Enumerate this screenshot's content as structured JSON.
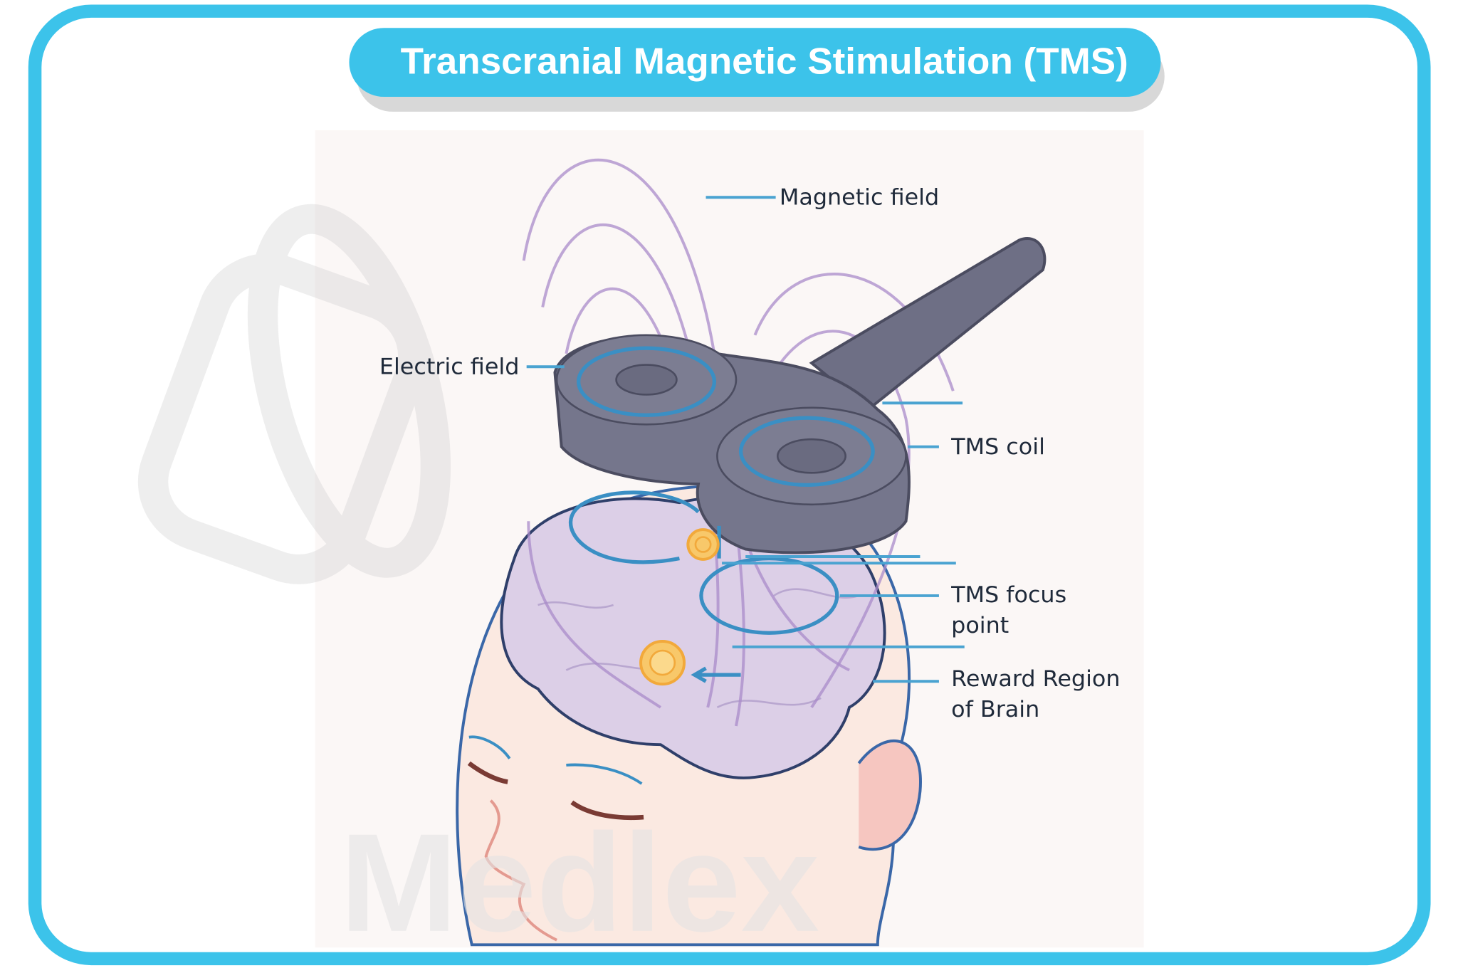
{
  "title": "Transcranial Magnetic Stimulation (TMS)",
  "labels": {
    "magnetic_field": "Magnetic field",
    "electric_field": "Electric field",
    "tms_coil": "TMS coil",
    "focus_line1": "TMS focus",
    "focus_line2": "point",
    "reward_line1": "Reward Region",
    "reward_line2": "of Brain"
  },
  "watermark": "Medlex",
  "colors": {
    "frame": "#3cc3ea",
    "title_bg": "#3cc3ea",
    "coil": "#6e6f85",
    "brain": "#d9cde6",
    "focus": "#f2a93b",
    "leader": "#4aa3d1"
  }
}
